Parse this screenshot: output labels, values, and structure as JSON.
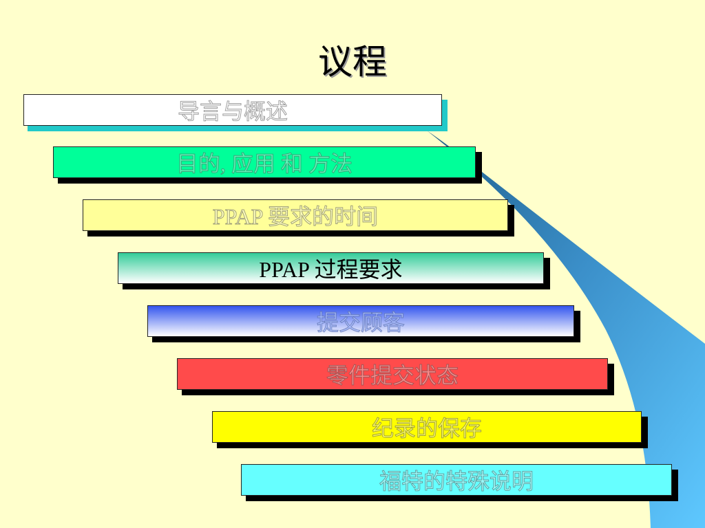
{
  "slide": {
    "title": "议程",
    "items": [
      {
        "label": "导言与概述"
      },
      {
        "label": "目的, 应用 和 方法"
      },
      {
        "label": "PPAP 要求的时间"
      },
      {
        "label": "PPAP 过程要求"
      },
      {
        "label": "提交顾客"
      },
      {
        "label": "零件提交状态"
      },
      {
        "label": "纪录的保存"
      },
      {
        "label": "福特的特殊说明"
      }
    ]
  },
  "colors": {
    "background": "#ffffcc",
    "ribbon_dark": "#1f5f8b",
    "ribbon_light": "#5ec8ff"
  }
}
